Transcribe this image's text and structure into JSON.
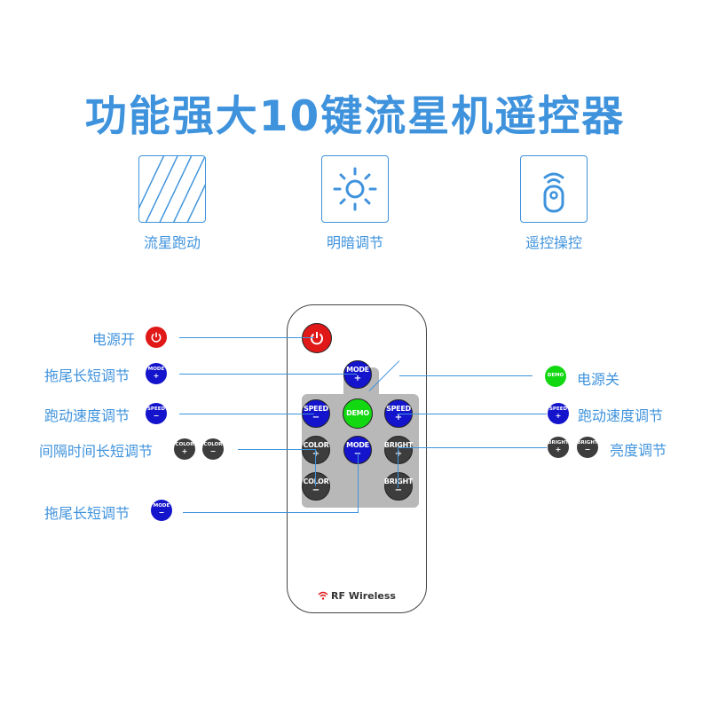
{
  "title": "功能强大10键流星机遥控器",
  "features": [
    {
      "label": "流星跑动",
      "icon": "diagonal-lines-icon"
    },
    {
      "label": "明暗调节",
      "icon": "sun-icon"
    },
    {
      "label": "遥控操控",
      "icon": "remote-icon"
    }
  ],
  "remote": {
    "buttons": {
      "mode_plus": {
        "text": "MODE",
        "sign": "+"
      },
      "speed_minus": {
        "text": "SPEED",
        "sign": "−"
      },
      "demo": {
        "text": "DEMO"
      },
      "speed_plus": {
        "text": "SPEED",
        "sign": "+"
      },
      "color_plus": {
        "text": "COLOR",
        "sign": "+"
      },
      "mode_minus": {
        "text": "MODE",
        "sign": "−"
      },
      "bright_plus": {
        "text": "BRIGHT",
        "sign": "+"
      },
      "color_minus": {
        "text": "COLOR",
        "sign": "−"
      },
      "bright_minus": {
        "text": "BRIGHT",
        "sign": "−"
      }
    },
    "brand": "RF Wireless"
  },
  "callouts": {
    "power_on": "电源开",
    "tail_adjust_plus": "拖尾长短调节",
    "speed_adjust_left": "跑动速度调节",
    "interval_adjust": "间隔时间长短调节",
    "tail_adjust_minus": "拖尾长短调节",
    "power_off": "电源关",
    "speed_adjust_right": "跑动速度调节",
    "brightness_adjust": "亮度调节"
  },
  "colors": {
    "accent": "#3f93dd",
    "blue_button": "#1414cc",
    "dark_button": "#3d3d3d",
    "green_button": "#12d812",
    "red_button": "#e01818"
  }
}
